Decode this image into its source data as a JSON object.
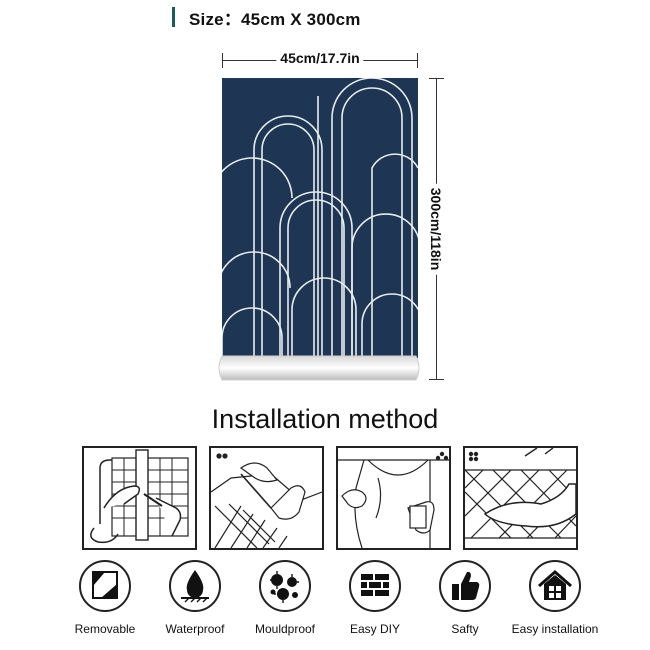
{
  "size_line": "Size：45cm X 300cm",
  "dimensions": {
    "width_label": "45cm/17.7in",
    "height_label": "300cm/118in"
  },
  "colors": {
    "accent_bar": "#1c5c57",
    "wallpaper_bg": "#1e3553",
    "pattern_line": "#e8ecef"
  },
  "heading": "Installation method",
  "steps": [
    {
      "name": "measure-and-cut",
      "icon": "hand-cutter-icon"
    },
    {
      "name": "peel-backing",
      "icon": "peel-icon"
    },
    {
      "name": "align-top",
      "icon": "align-icon"
    },
    {
      "name": "smooth-out",
      "icon": "smooth-hand-icon"
    }
  ],
  "features": [
    {
      "label": "Removable",
      "icon": "peel-corner-icon"
    },
    {
      "label": "Waterproof",
      "icon": "water-drop-icon"
    },
    {
      "label": "Mouldproof",
      "icon": "mould-icon"
    },
    {
      "label": "Easy DIY",
      "icon": "brick-wall-icon"
    },
    {
      "label": "Safty",
      "icon": "thumbs-up-icon"
    },
    {
      "label": "Easy installation",
      "icon": "house-icon"
    }
  ]
}
